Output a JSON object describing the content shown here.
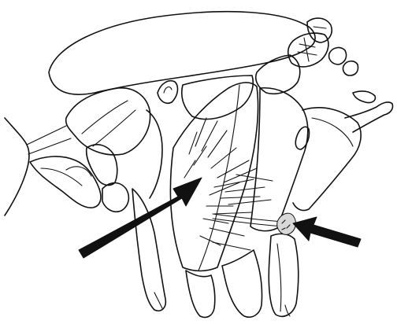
{
  "figure": {
    "type": "line-drawing",
    "subject": "insect-thorax-lateral-view",
    "colors": {
      "stroke": "#111111",
      "background": "#ffffff",
      "arrow": "#111111",
      "spot": "#d8d8d8"
    },
    "pointers": [
      {
        "id": "pointer-left",
        "target": "bristle-area"
      },
      {
        "id": "pointer-right",
        "target": "small-spot"
      }
    ]
  }
}
